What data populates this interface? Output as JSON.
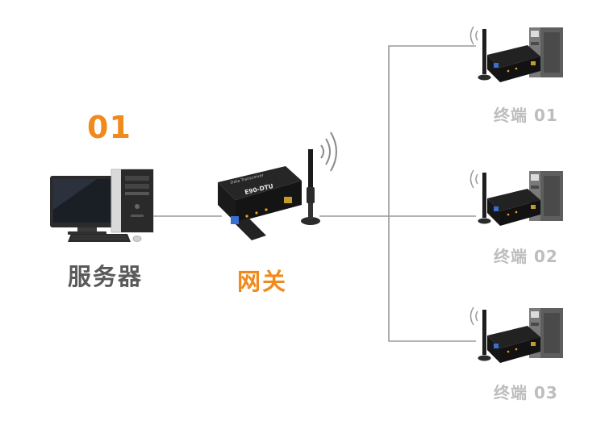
{
  "labels": {
    "number": "01",
    "server": "服务器",
    "gateway": "网关"
  },
  "gateway_device": {
    "model": "E90-DTU",
    "caption": "Data Transceiver"
  },
  "terminals": [
    {
      "label": "终端 01"
    },
    {
      "label": "终端 02"
    },
    {
      "label": "终端 03"
    }
  ],
  "colors": {
    "accent": "#f08a1c",
    "server_text": "#5a5a5a",
    "terminal_text": "#bdbdbd",
    "line": "#9a9a9a"
  }
}
